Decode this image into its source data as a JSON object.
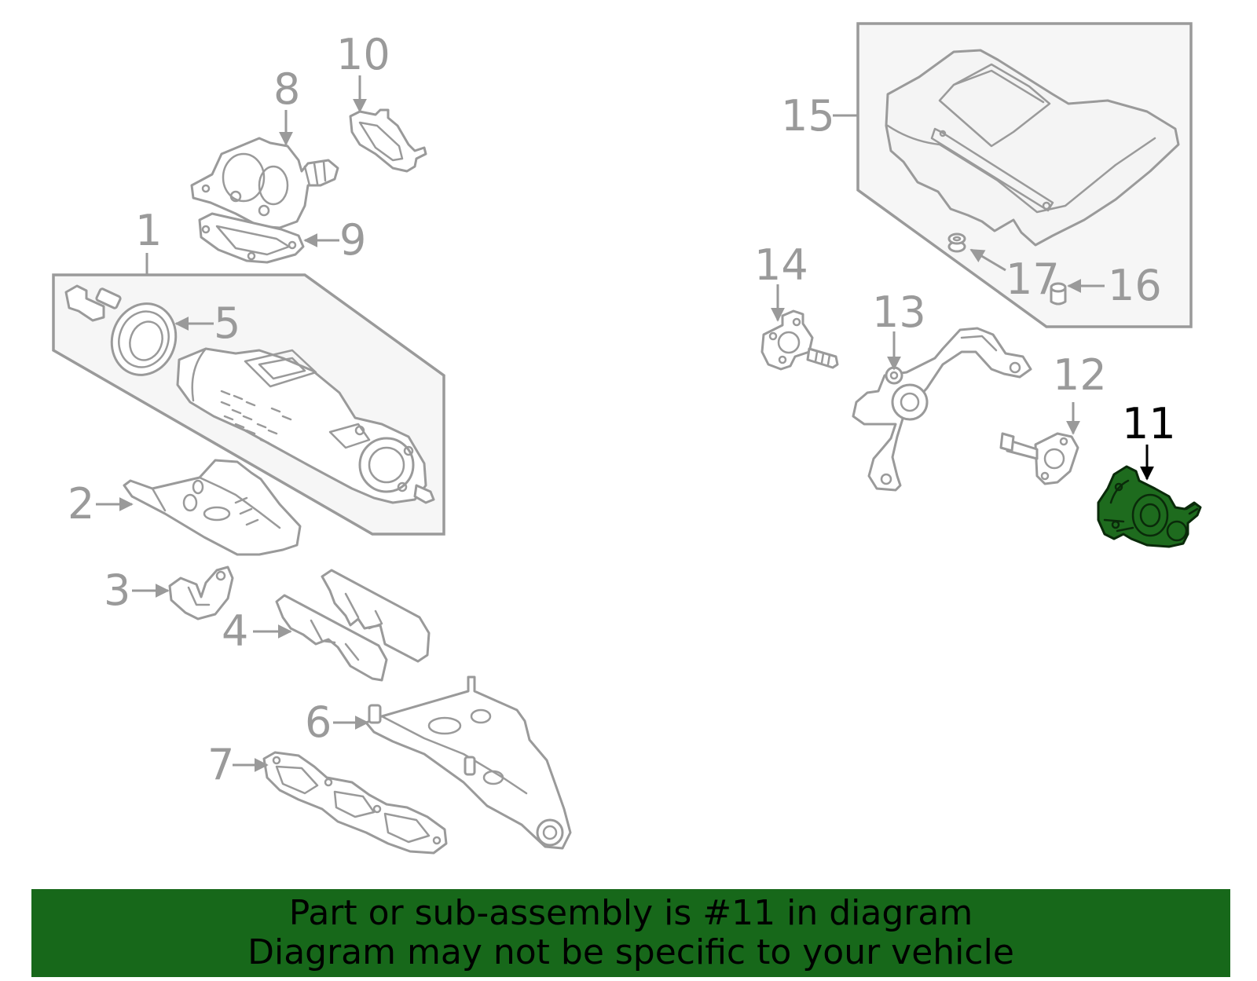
{
  "diagram": {
    "callouts": {
      "c1": "1",
      "c2": "2",
      "c3": "3",
      "c4": "4",
      "c5": "5",
      "c6": "6",
      "c7": "7",
      "c8": "8",
      "c9": "9",
      "c10": "10",
      "c11": "11",
      "c12": "12",
      "c13": "13",
      "c14": "14",
      "c15": "15",
      "c16": "16",
      "c17": "17"
    },
    "highlighted_part": "11",
    "colors": {
      "part_outline": "#9a9a9a",
      "highlight_fill": "#1e6b1e",
      "banner_background": "#17681a",
      "banner_text": "#000000"
    }
  },
  "banner": {
    "line1": "Part or sub-assembly is #11 in diagram",
    "line2": "Diagram may not be specific to your vehicle"
  }
}
